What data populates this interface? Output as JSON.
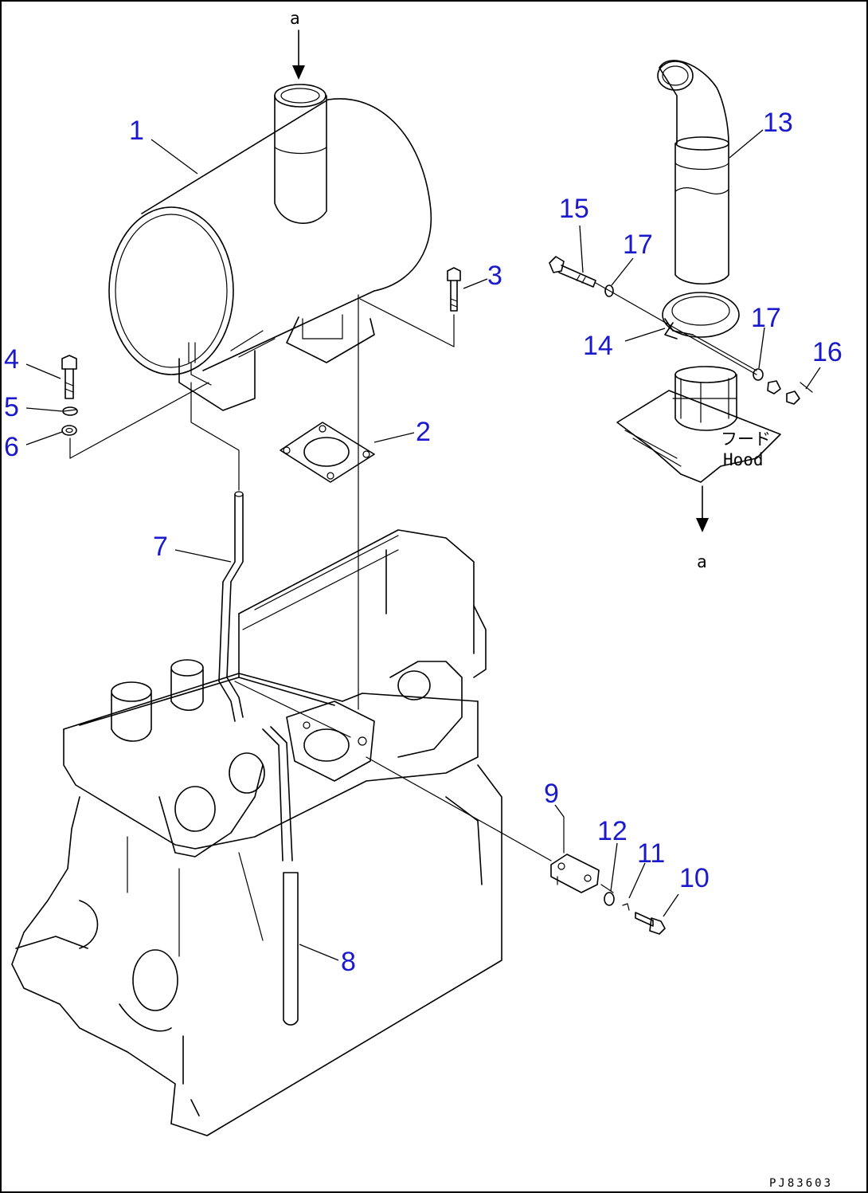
{
  "callouts": [
    {
      "id": "1",
      "label": "1"
    },
    {
      "id": "2",
      "label": "2"
    },
    {
      "id": "3",
      "label": "3"
    },
    {
      "id": "4",
      "label": "4"
    },
    {
      "id": "5",
      "label": "5"
    },
    {
      "id": "6",
      "label": "6"
    },
    {
      "id": "7",
      "label": "7"
    },
    {
      "id": "8",
      "label": "8"
    },
    {
      "id": "9",
      "label": "9"
    },
    {
      "id": "10",
      "label": "10"
    },
    {
      "id": "11",
      "label": "11"
    },
    {
      "id": "12",
      "label": "12"
    },
    {
      "id": "13",
      "label": "13"
    },
    {
      "id": "14",
      "label": "14"
    },
    {
      "id": "15",
      "label": "15"
    },
    {
      "id": "16",
      "label": "16"
    },
    {
      "id": "17a",
      "label": "17"
    },
    {
      "id": "17b",
      "label": "17"
    }
  ],
  "connector_marks": {
    "top": "a",
    "bottom": "a"
  },
  "hood_label": {
    "jp": "フード",
    "en": "Hood"
  },
  "drawing_code": "PJ83603",
  "colors": {
    "callout": "#1a1acc",
    "line": "#000000",
    "background": "#ffffff"
  }
}
